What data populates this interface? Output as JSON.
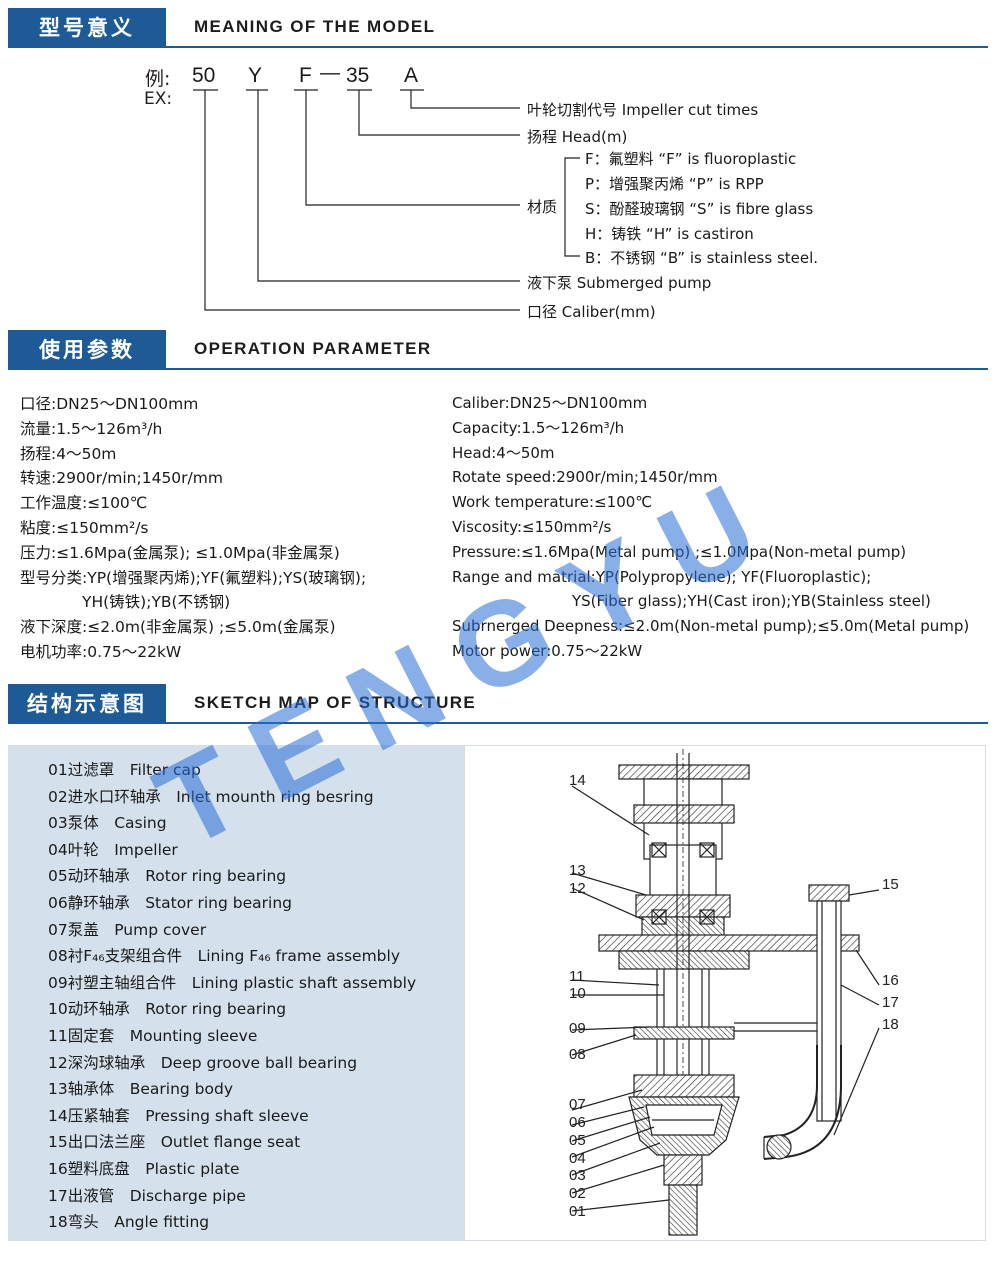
{
  "sections": {
    "model": {
      "cn": "型号意义",
      "en": "MEANING OF THE MODEL"
    },
    "params": {
      "cn": "使用参数",
      "en": "OPERATION PARAMETER"
    },
    "structure": {
      "cn": "结构示意图",
      "en": "SKETCH MAP OF STRUCTURE"
    }
  },
  "model": {
    "example_cn": "例:",
    "example_en": "EX:",
    "code": [
      "50",
      "Y",
      "F",
      "35",
      "A"
    ],
    "dash": "—",
    "legend": {
      "impeller": "叶轮切割代号 Impeller cut times",
      "head": "扬程 Head(m)",
      "material": "材质",
      "materials": [
        "F：氟塑料 “F” is fluoroplastic",
        "P：增强聚丙烯 “P” is RPP",
        "S：酚醛玻璃钢 “S” is fibre glass",
        "H：铸铁 “H” is castiron",
        "B：不锈钢 “B” is stainless steel."
      ],
      "submerged": "液下泵 Submerged pump",
      "caliber": "口径  Caliber(mm)"
    }
  },
  "params_cn": [
    "口径:DN25～DN100mm",
    "流量:1.5～126m³/h",
    "扬程:4～50m",
    "转速:2900r/min;1450r/mm",
    "工作温度:≤100℃",
    "粘度:≤150mm²/s",
    "压力:≤1.6Mpa(金属泵); ≤1.0Mpa(非金属泵)",
    "型号分类:YP(增强聚丙烯);YF(氟塑料);YS(玻璃钢);",
    "　　　　YH(铸铁);YB(不锈钢)",
    "液下深度:≤2.0m(非金属泵) ;≤5.0m(金属泵)",
    "电机功率:0.75～22kW"
  ],
  "params_en": [
    "Caliber:DN25～DN100mm",
    "Capacity:1.5～126m³/h",
    "Head:4～50m",
    "Rotate speed:2900r/min;1450r/mm",
    "Work temperature:≤100℃",
    "Viscosity:≤150mm²/s",
    "Pressure:≤1.6Mpa(Metal pump) ;≤1.0Mpa(Non-metal pump)",
    "Range and matrial:YP(Polypropylene); YF(Fluoroplastic);",
    "　　　　　　　　YS(Fiber glass);YH(Cast iron);YB(Stainless steel)",
    "Subrnerged Deepness:≤2.0m(Non-metal pump);≤5.0m(Metal pump)",
    "Motor power:0.75～22kW"
  ],
  "parts": [
    "01过滤罩　Filter cap",
    "02进水口环轴承　Inlet mounth ring besring",
    "03泵体　Casing",
    "04叶轮　Impeller",
    "05动环轴承　Rotor ring bearing",
    "06静环轴承　Stator ring bearing",
    "07泵盖　Pump cover",
    "08衬F₄₆支架组合件　Lining F₄₆ frame assembly",
    "09衬塑主轴组合件　Lining plastic shaft assembly",
    "10动环轴承　Rotor ring bearing",
    "11固定套　Mounting sleeve",
    "12深沟球轴承　Deep groove ball bearing",
    "13轴承体　Bearing body",
    "14压紧轴套　Pressing shaft sleeve",
    "15出口法兰座　Outlet flange seat",
    "16塑料底盘　Plastic plate",
    "17出液管　Discharge pipe",
    "18弯头　Angle fitting"
  ],
  "drawing_labels": [
    "14",
    "13",
    "12",
    "11",
    "10",
    "09",
    "08",
    "07",
    "06",
    "05",
    "04",
    "03",
    "02",
    "01",
    "15",
    "16",
    "17",
    "18"
  ],
  "watermark": "TENGYU",
  "colors": {
    "accent": "#1e5b96",
    "panel": "#d4e1ec",
    "watermark": "#286ed7"
  }
}
